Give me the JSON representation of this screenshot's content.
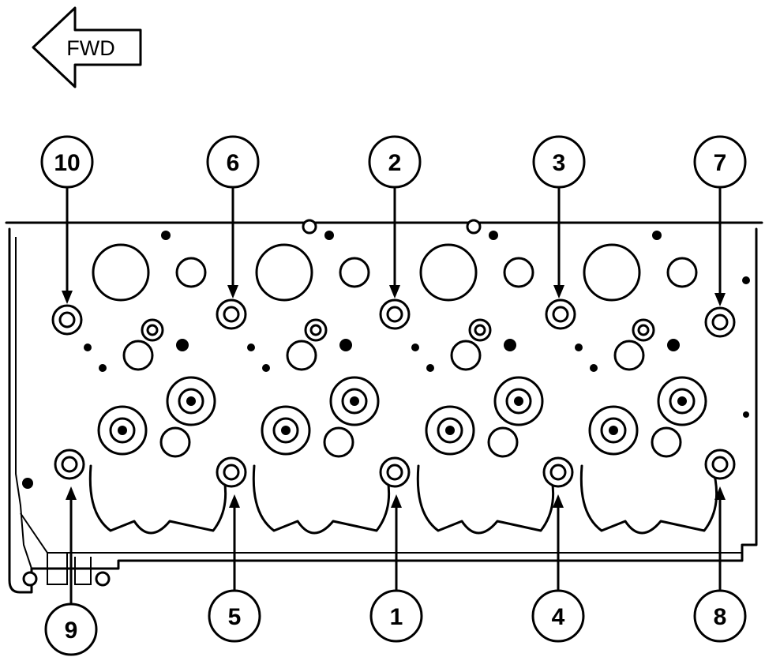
{
  "direction": {
    "label": "FWD",
    "arrow": "left-arrow-icon"
  },
  "callouts": [
    "10",
    "6",
    "2",
    "3",
    "7",
    "9",
    "5",
    "1",
    "4",
    "8"
  ]
}
